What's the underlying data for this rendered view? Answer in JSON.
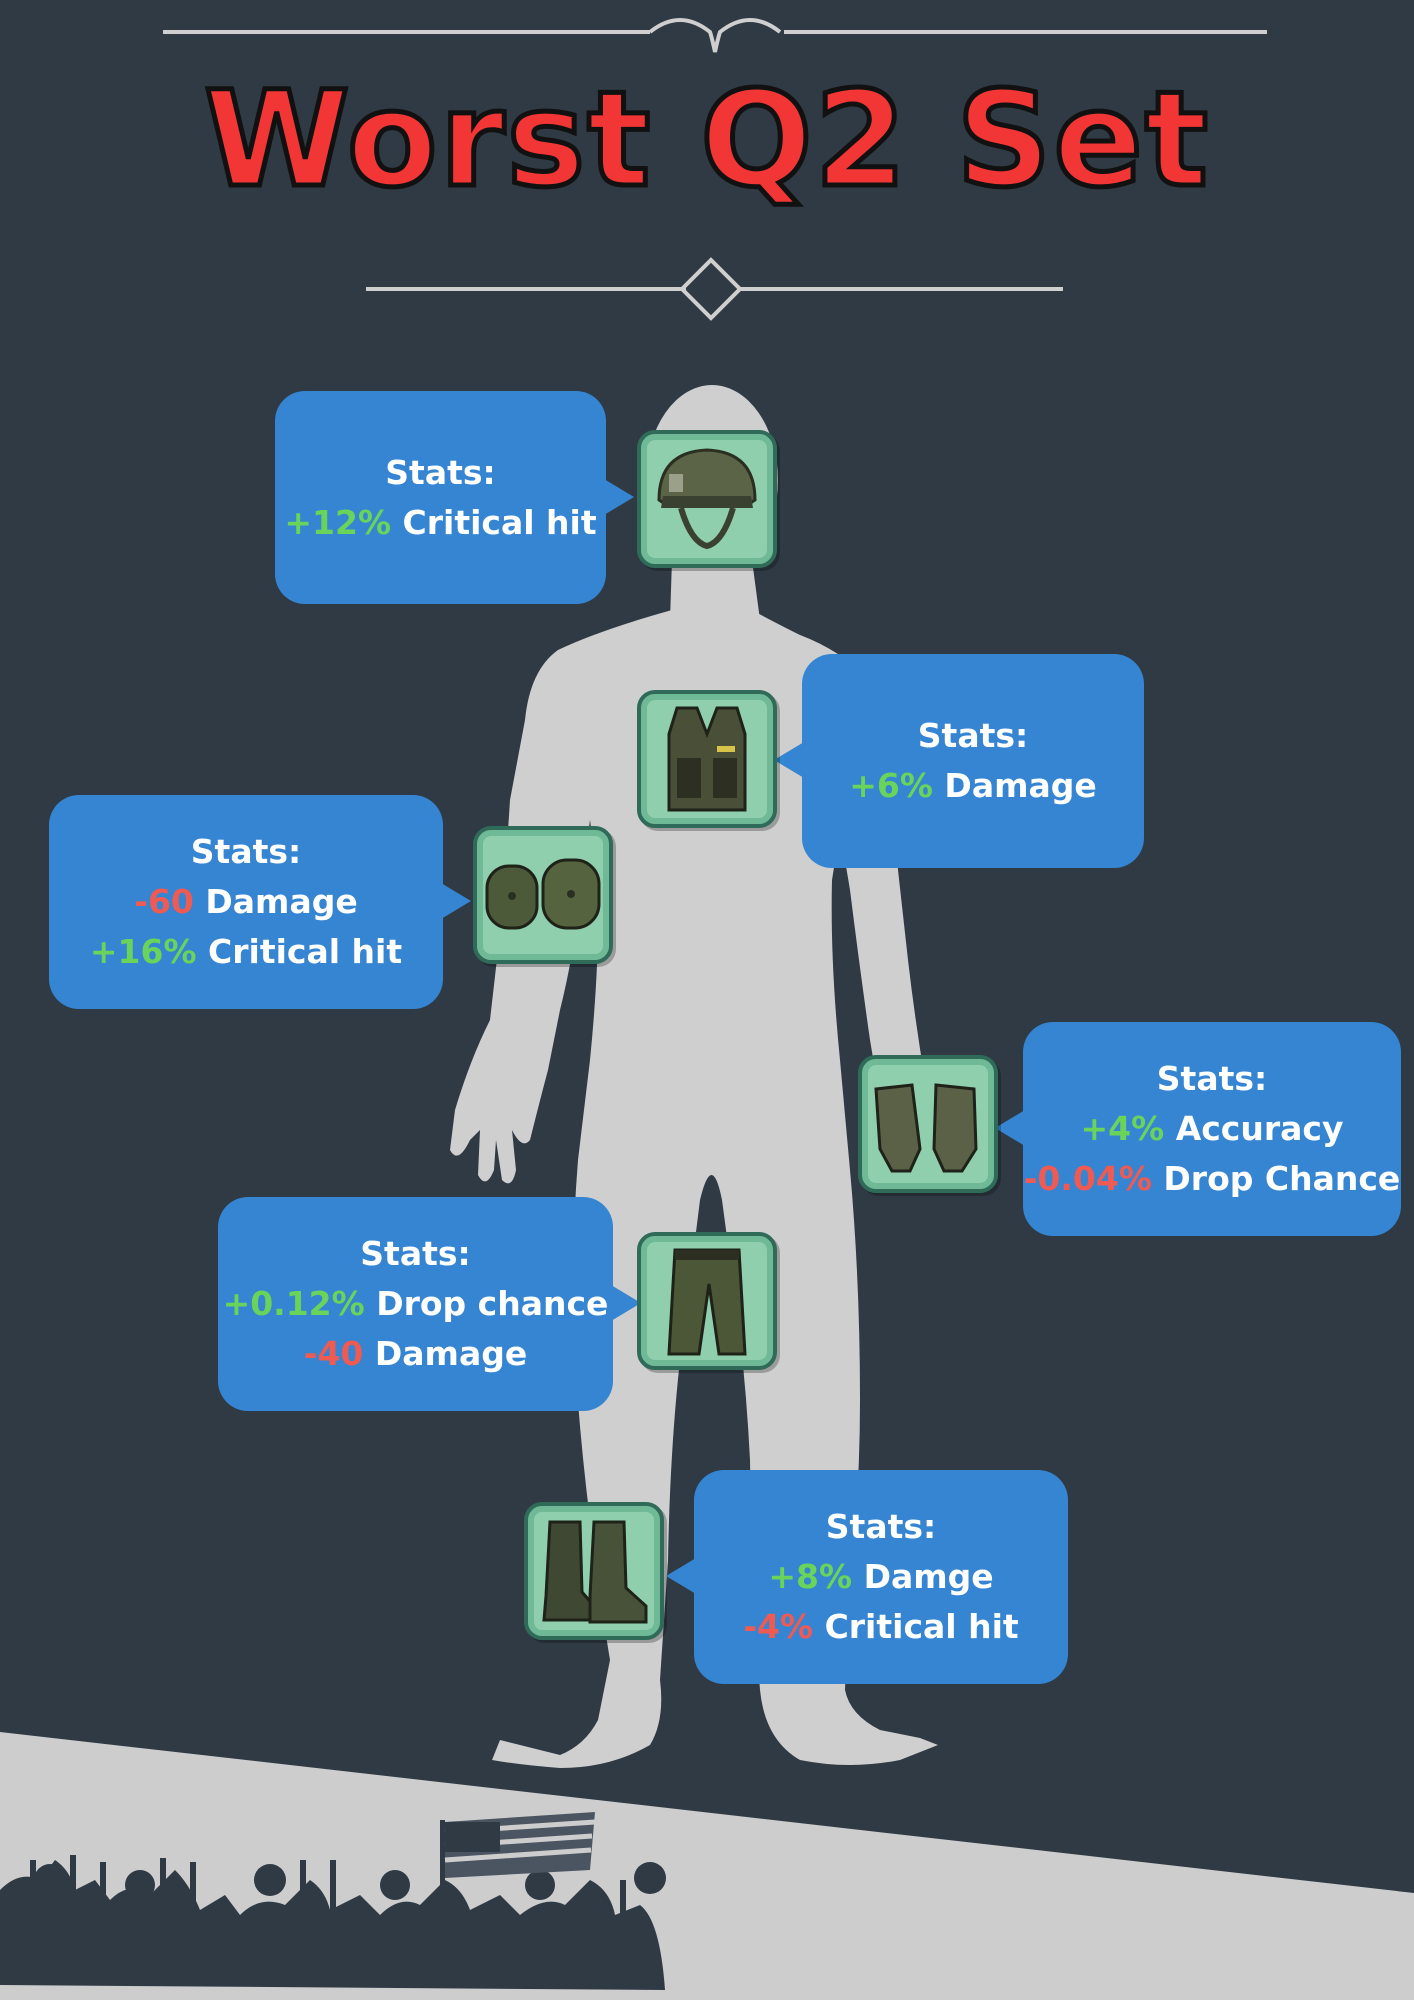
{
  "title": "Worst Q2 Set",
  "colors": {
    "background": "#2f3a45",
    "bubble": "#3585d2",
    "positive": "#6ad45a",
    "negative": "#ef5a52",
    "title": "#f23535",
    "silhouette": "#cfcfcf"
  },
  "items": [
    {
      "icon": "helmet-icon",
      "stats_label": "Stats:",
      "lines": [
        {
          "value": "+12%",
          "sign": "pos",
          "text": "Critical hit"
        }
      ]
    },
    {
      "icon": "vest-icon",
      "stats_label": "Stats:",
      "lines": [
        {
          "value": "+6%",
          "sign": "pos",
          "text": "Damage"
        }
      ]
    },
    {
      "icon": "knee-pads-icon",
      "stats_label": "Stats:",
      "lines": [
        {
          "value": "-60",
          "sign": "neg",
          "text": "Damage"
        },
        {
          "value": "+16%",
          "sign": "pos",
          "text": "Critical hit"
        }
      ]
    },
    {
      "icon": "gloves-icon",
      "stats_label": "Stats:",
      "lines": [
        {
          "value": "+4%",
          "sign": "pos",
          "text": "Accuracy"
        },
        {
          "value": "-0.04%",
          "sign": "neg",
          "text": "Drop Chance"
        }
      ]
    },
    {
      "icon": "pants-icon",
      "stats_label": "Stats:",
      "lines": [
        {
          "value": "+0.12%",
          "sign": "pos",
          "text": "Drop chance"
        },
        {
          "value": "-40",
          "sign": "neg",
          "text": "Damage"
        }
      ]
    },
    {
      "icon": "boots-icon",
      "stats_label": "Stats:",
      "lines": [
        {
          "value": "+8%",
          "sign": "pos",
          "text": "Damge"
        },
        {
          "value": "-4%",
          "sign": "neg",
          "text": "Critical hit"
        }
      ]
    }
  ]
}
